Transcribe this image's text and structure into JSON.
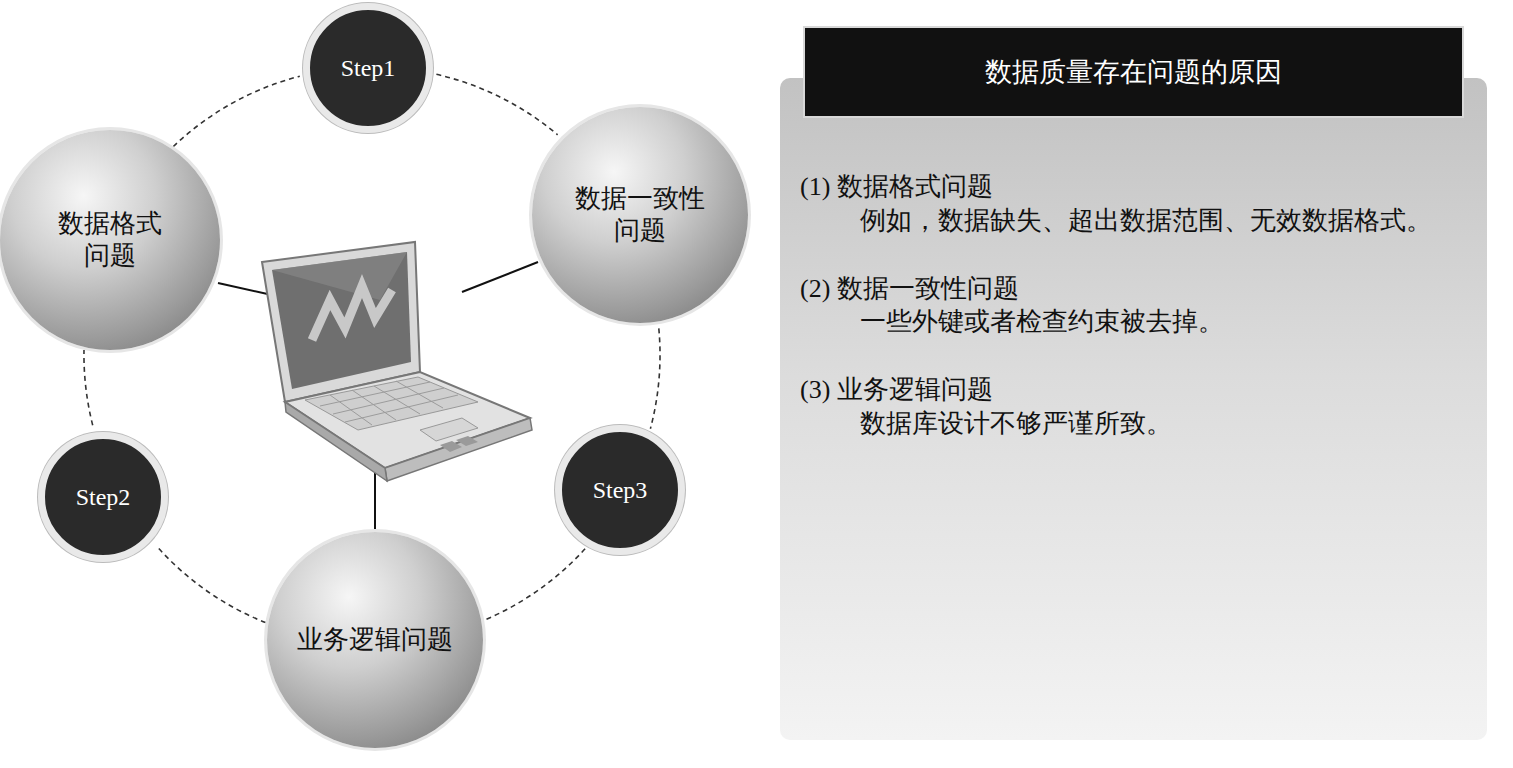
{
  "diagram": {
    "title": "数据质量存在问题的原因",
    "nodes": [
      {
        "text": [
          "Step1"
        ]
      },
      {
        "text": [
          "数据格式问题"
        ]
      },
      {
        "text": [
          "数据一致性问题"
        ]
      },
      {
        "text": [
          "Step2"
        ]
      },
      {
        "text": [
          "Step3"
        ]
      },
      {
        "text": [
          "业务逻辑问题"
        ]
      },
      {
        "text": [
          "(1) 数据格式问题",
          "例如，数据缺失、超出数据范围、无效数据格式。",
          "(2) 数据一致性问题",
          "一些外键或者检查约束被去掉。",
          "(3) 业务逻辑问题",
          "数据库设计不够严谨所致。"
        ]
      }
    ],
    "edges": [
      {
        "from": 0,
        "to": 2,
        "arrow": "none"
      },
      {
        "from": 2,
        "to": 4,
        "arrow": "none"
      },
      {
        "from": 4,
        "to": 5,
        "arrow": "none"
      },
      {
        "from": 5,
        "to": 3,
        "arrow": "none"
      },
      {
        "from": 3,
        "to": 1,
        "arrow": "none"
      },
      {
        "from": 1,
        "to": 0,
        "arrow": "none"
      }
    ]
  }
}
